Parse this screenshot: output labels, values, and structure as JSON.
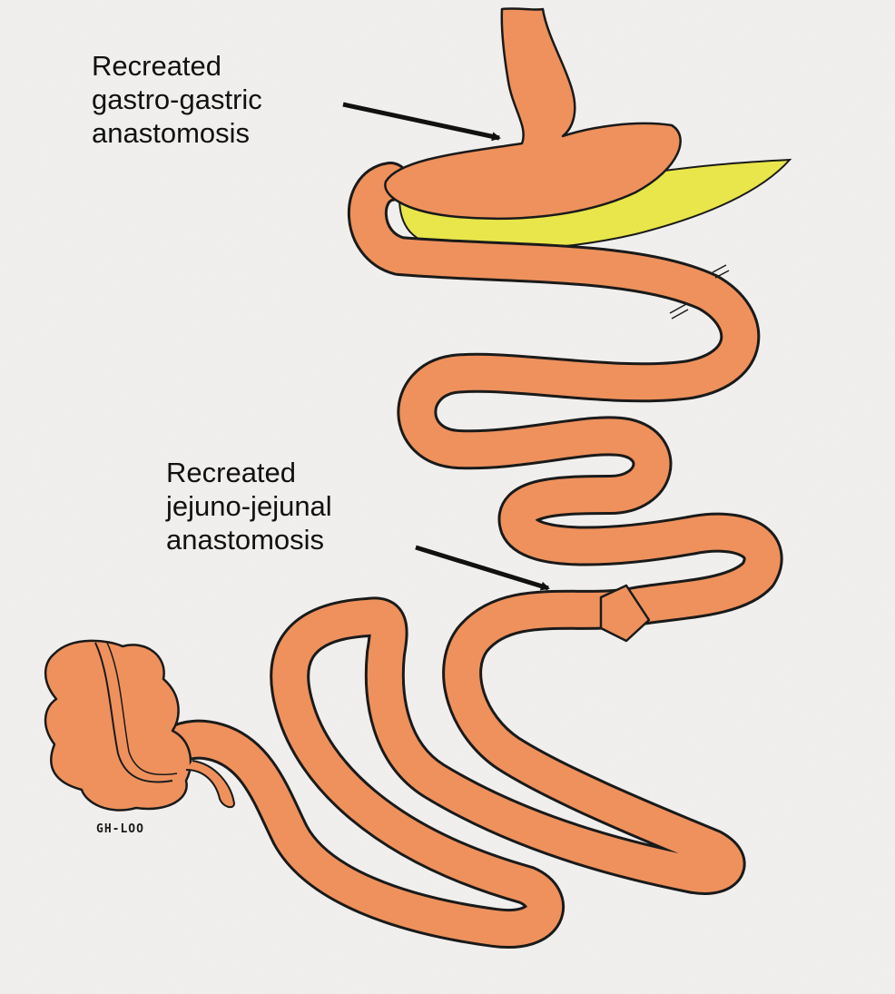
{
  "annotations": {
    "gastro_gastric": {
      "lines": [
        "Recreated",
        "gastro-gastric",
        "anastomosis"
      ]
    },
    "jejuno_jejunal": {
      "lines": [
        "Recreated",
        "jejuno-jejunal",
        "anastomosis"
      ]
    }
  },
  "signature": "GH-LOO",
  "colors": {
    "paper": "#f1f0ee",
    "bowel_fill": "#ee915d",
    "pancreas_fill": "#e8e64a",
    "outline": "#1a1a1a"
  }
}
